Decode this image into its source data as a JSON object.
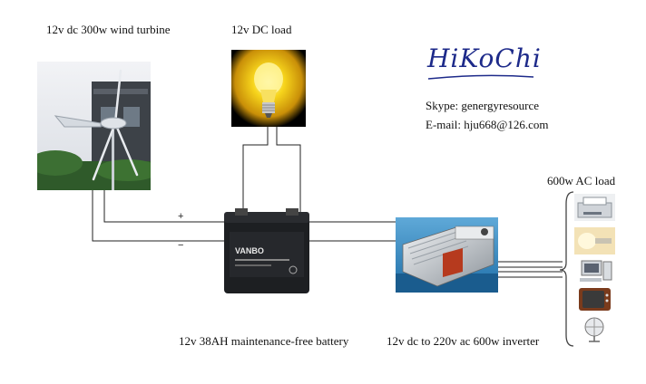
{
  "labels": {
    "turbine": "12v dc 300w wind turbine",
    "dc_load": "12v DC load",
    "ac_load": "600w AC load",
    "battery": "12v 38AH maintenance-free battery",
    "inverter": "12v dc to 220v ac 600w inverter",
    "plus": "+",
    "minus": "−"
  },
  "brand": {
    "name": "HiKoChi",
    "skype": "Skype: genergyresource",
    "email": "E-mail: hju668@126.com"
  },
  "battery_brand": "VANBO",
  "colors": {
    "brand_blue": "#1d2a8a",
    "wire": "#222222",
    "bulb_glow": "#f7d51c"
  },
  "icons": {
    "turbine": "wind-turbine-icon",
    "bulb": "light-bulb-icon",
    "battery": "battery-icon",
    "inverter": "inverter-icon",
    "ac_loads": [
      "printer-icon",
      "lamp-icon",
      "computer-icon",
      "television-icon",
      "fan-icon"
    ]
  }
}
